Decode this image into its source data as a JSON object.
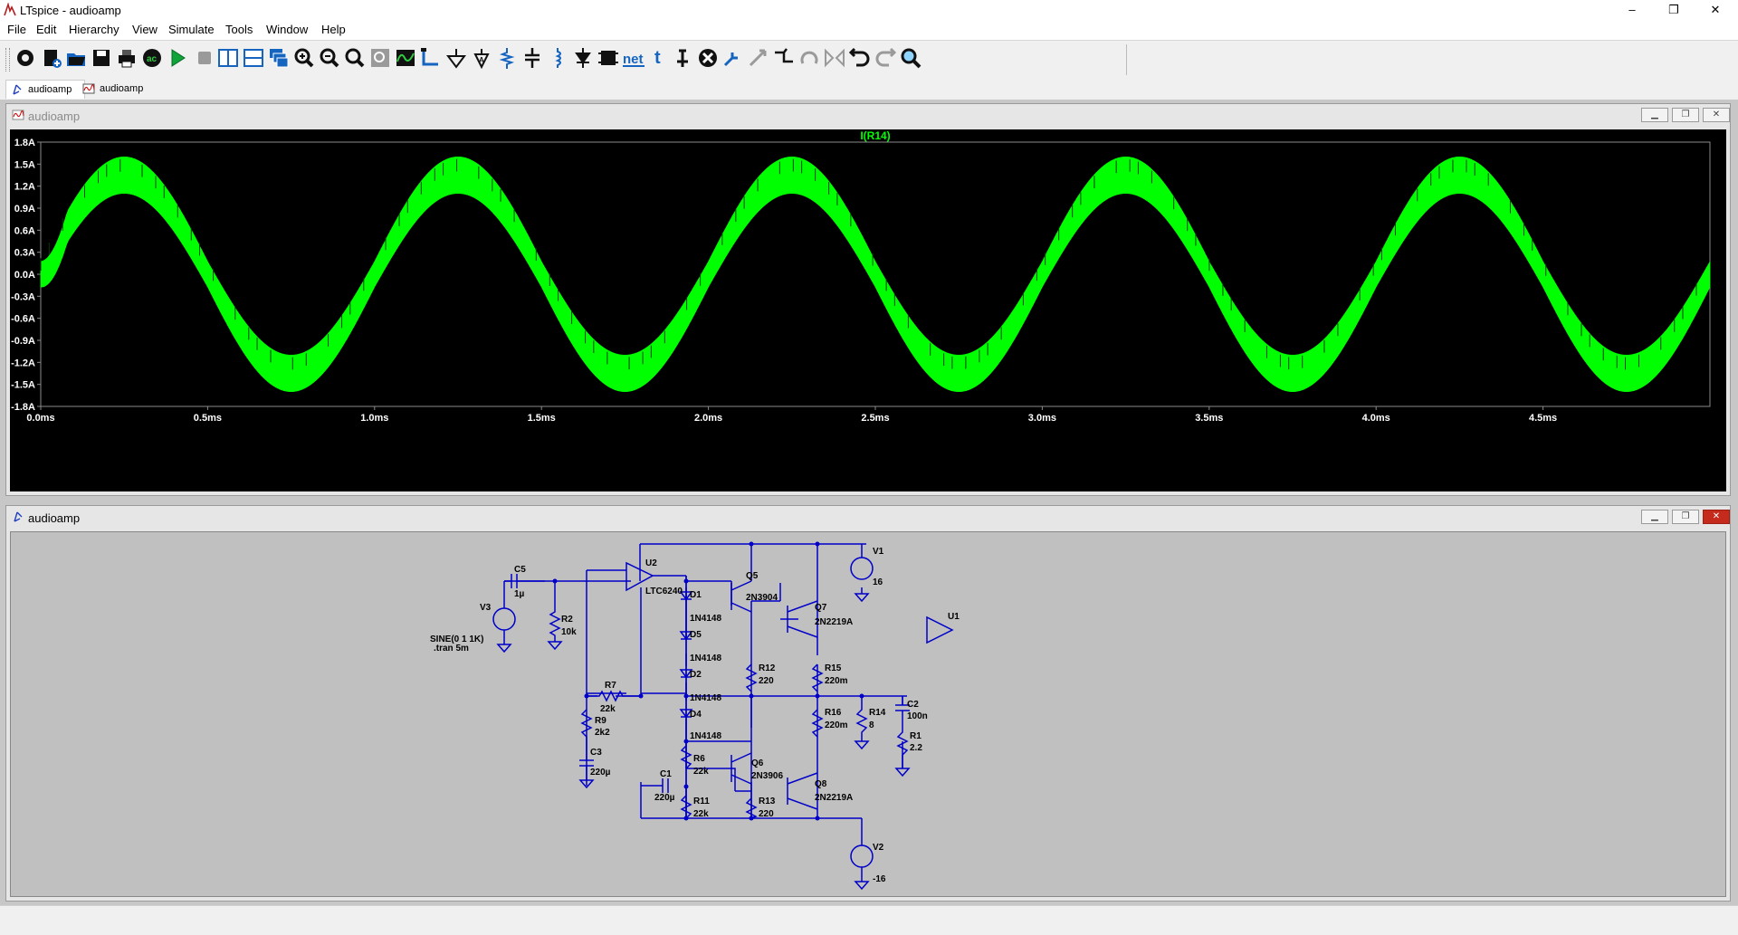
{
  "app": {
    "title": "LTspice - audioamp"
  },
  "window_controls": {
    "minimize": "–",
    "restore": "❐",
    "close": "✕"
  },
  "menu": [
    "File",
    "Edit",
    "Hierarchy",
    "View",
    "Simulate",
    "Tools",
    "Window",
    "Help"
  ],
  "toolbar": [
    {
      "name": "settings-button",
      "icon": "gear-icon"
    },
    {
      "name": "new-schematic-button",
      "icon": "new-schematic-icon"
    },
    {
      "name": "open-button",
      "icon": "open-folder-icon"
    },
    {
      "name": "save-button",
      "icon": "save-icon"
    },
    {
      "name": "print-button",
      "icon": "print-icon"
    },
    {
      "name": "control-panel-button",
      "icon": "control-panel-icon"
    },
    {
      "name": "run-button",
      "icon": "run-icon"
    },
    {
      "name": "halt-button",
      "icon": "halt-icon"
    },
    {
      "name": "tile-vertical-button",
      "icon": "tile-vertical-icon"
    },
    {
      "name": "tile-horizontal-button",
      "icon": "tile-horizontal-icon"
    },
    {
      "name": "cascade-button",
      "icon": "cascade-icon"
    },
    {
      "name": "zoom-in-button",
      "icon": "zoom-in-icon"
    },
    {
      "name": "zoom-out-button",
      "icon": "zoom-out-icon"
    },
    {
      "name": "zoom-fit-button",
      "icon": "zoom-fit-icon"
    },
    {
      "name": "zoom-back-button",
      "icon": "zoom-back-icon"
    },
    {
      "name": "autorange-button",
      "icon": "waveform-icon"
    },
    {
      "name": "wire-button",
      "icon": "wire-icon"
    },
    {
      "name": "ground-button",
      "icon": "ground-icon"
    },
    {
      "name": "label-net-button",
      "icon": "label-net-icon"
    },
    {
      "name": "resistor-button",
      "icon": "resistor-icon"
    },
    {
      "name": "capacitor-button",
      "icon": "capacitor-icon"
    },
    {
      "name": "inductor-button",
      "icon": "inductor-icon"
    },
    {
      "name": "diode-button",
      "icon": "diode-icon"
    },
    {
      "name": "component-button",
      "icon": "component-icon"
    },
    {
      "name": "net-button",
      "icon": "net-text-icon",
      "text": "net"
    },
    {
      "name": "text-button",
      "icon": "text-t-icon",
      "text": "t"
    },
    {
      "name": "spice-directive-button",
      "icon": "spice-directive-icon"
    },
    {
      "name": "delete-button",
      "icon": "delete-icon"
    },
    {
      "name": "duplicate-button",
      "icon": "duplicate-icon"
    },
    {
      "name": "move-button",
      "icon": "move-icon"
    },
    {
      "name": "drag-button",
      "icon": "drag-icon"
    },
    {
      "name": "rotate-button",
      "icon": "rotate-icon"
    },
    {
      "name": "mirror-button",
      "icon": "mirror-icon"
    },
    {
      "name": "undo-button",
      "icon": "undo-icon"
    },
    {
      "name": "redo-button",
      "icon": "redo-icon"
    },
    {
      "name": "find-button",
      "icon": "find-icon"
    }
  ],
  "doc_tabs": [
    {
      "label": "audioamp",
      "icon": "schematic-icon",
      "active": true
    },
    {
      "label": "audioamp",
      "icon": "waveform-window-icon",
      "active": false
    }
  ],
  "plot_window": {
    "title": "audioamp"
  },
  "schematic_window": {
    "title": "audioamp"
  },
  "chart_data": {
    "type": "line",
    "title": "I(R14)",
    "xlabel": "",
    "ylabel": "",
    "x_unit": "ms",
    "y_unit": "A",
    "xlim": [
      0,
      5
    ],
    "ylim": [
      -1.8,
      1.8
    ],
    "x_ticks": [
      "0.0ms",
      "0.5ms",
      "1.0ms",
      "1.5ms",
      "2.0ms",
      "2.5ms",
      "3.0ms",
      "3.5ms",
      "4.0ms",
      "4.5ms"
    ],
    "y_ticks": [
      "1.8A",
      "1.5A",
      "1.2A",
      "0.9A",
      "0.6A",
      "0.3A",
      "0.0A",
      "-0.3A",
      "-0.6A",
      "-0.9A",
      "-1.2A",
      "-1.5A",
      "-1.8A"
    ],
    "grid": false,
    "background": "#000000",
    "series": [
      {
        "name": "I(R14)",
        "color": "#00ff00",
        "frequency_khz": 1,
        "center_amplitude": 1.35,
        "band_halfwidth": 0.25,
        "start_value": 0.0
      }
    ]
  },
  "schematic": {
    "wire_color": "#0000c8",
    "labels": [
      {
        "id": "U2",
        "text": "U2"
      },
      {
        "id": "LTC6240",
        "text": "LTC6240"
      },
      {
        "id": "C5",
        "text": "C5"
      },
      {
        "id": "C5v",
        "text": "1µ"
      },
      {
        "id": "V3",
        "text": "V3"
      },
      {
        "id": "V3s",
        "text": "SINE(0 1 1K)"
      },
      {
        "id": "tran",
        "text": ".tran 5m"
      },
      {
        "id": "R2",
        "text": "R2"
      },
      {
        "id": "R2v",
        "text": "10k"
      },
      {
        "id": "D1",
        "text": "D1"
      },
      {
        "id": "D1v",
        "text": "1N4148"
      },
      {
        "id": "D5",
        "text": "D5"
      },
      {
        "id": "D5v",
        "text": "1N4148"
      },
      {
        "id": "D2",
        "text": "D2"
      },
      {
        "id": "D2v",
        "text": "1N4148"
      },
      {
        "id": "D4",
        "text": "D4"
      },
      {
        "id": "D4v",
        "text": "1N4148"
      },
      {
        "id": "Q5",
        "text": "Q5"
      },
      {
        "id": "Q5v",
        "text": "2N3904"
      },
      {
        "id": "Q7",
        "text": "Q7"
      },
      {
        "id": "Q7v",
        "text": "2N2219A"
      },
      {
        "id": "Q6",
        "text": "Q6"
      },
      {
        "id": "Q6v",
        "text": "2N3906"
      },
      {
        "id": "Q8",
        "text": "Q8"
      },
      {
        "id": "Q8v",
        "text": "2N2219A"
      },
      {
        "id": "V1",
        "text": "V1"
      },
      {
        "id": "V1v",
        "text": "16"
      },
      {
        "id": "V2",
        "text": "V2"
      },
      {
        "id": "V2v",
        "text": "-16"
      },
      {
        "id": "U1",
        "text": "U1"
      },
      {
        "id": "R7",
        "text": "R7"
      },
      {
        "id": "R7v",
        "text": "22k"
      },
      {
        "id": "R9",
        "text": "R9"
      },
      {
        "id": "R9v",
        "text": "2k2"
      },
      {
        "id": "C3",
        "text": "C3"
      },
      {
        "id": "C3v",
        "text": "220µ"
      },
      {
        "id": "R12",
        "text": "R12"
      },
      {
        "id": "R12v",
        "text": "220"
      },
      {
        "id": "R15",
        "text": "R15"
      },
      {
        "id": "R15v",
        "text": "220m"
      },
      {
        "id": "R16",
        "text": "R16"
      },
      {
        "id": "R16v",
        "text": "220m"
      },
      {
        "id": "R14",
        "text": "R14"
      },
      {
        "id": "R14v",
        "text": "8"
      },
      {
        "id": "C2",
        "text": "C2"
      },
      {
        "id": "C2v",
        "text": "100n"
      },
      {
        "id": "R1",
        "text": "R1"
      },
      {
        "id": "R1v",
        "text": "2.2"
      },
      {
        "id": "R6",
        "text": "R6"
      },
      {
        "id": "R6v",
        "text": "22k"
      },
      {
        "id": "C1",
        "text": "C1"
      },
      {
        "id": "C1v",
        "text": "220µ"
      },
      {
        "id": "R11",
        "text": "R11"
      },
      {
        "id": "R11v",
        "text": "22k"
      },
      {
        "id": "R13",
        "text": "R13"
      },
      {
        "id": "R13v",
        "text": "220"
      }
    ]
  }
}
